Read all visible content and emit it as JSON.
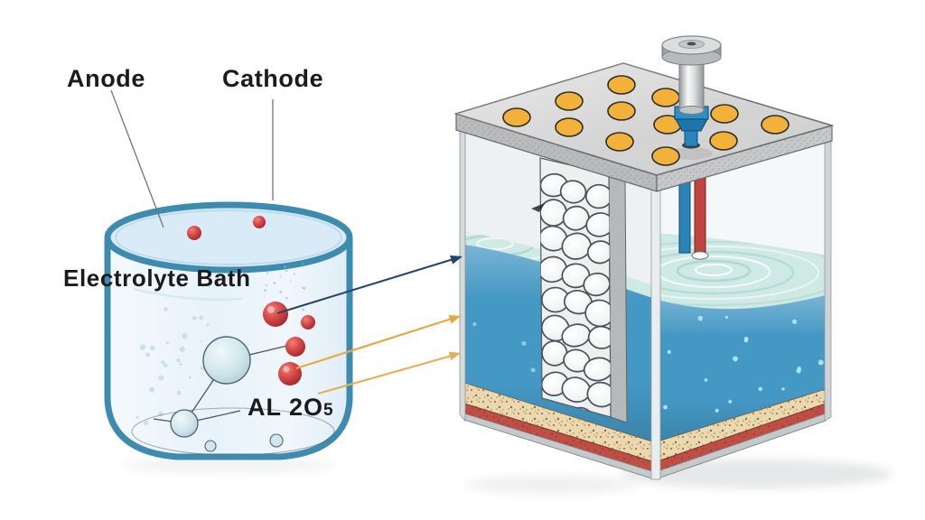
{
  "labels": {
    "anode": "Anode",
    "cathode": "Cathode",
    "electrolyte_bath": "Electrolyte Bath",
    "alumina_formula": "AL 2O",
    "alumina_formula_sub": "5"
  },
  "colors": {
    "beaker_outline": "#3d8cb0",
    "arrow_navy": "#24446e",
    "arrow_orange": "#e6a843",
    "arrow_light_orange": "#e3b059",
    "particle_red": "#c8363a",
    "molecule_blue": "#c9e0e9",
    "tank_liquid": "#4498c4",
    "liquid_surface": "#cfe9e5",
    "plate_gray": "#d2d3d2",
    "anode_hole": "#f2b23a",
    "rod_blue": "#2a84bb",
    "rod_red": "#c04540",
    "sand_layer": "#ead8b0",
    "brick_layer": "#bf4e45",
    "base_gray": "#c6c9ca"
  }
}
